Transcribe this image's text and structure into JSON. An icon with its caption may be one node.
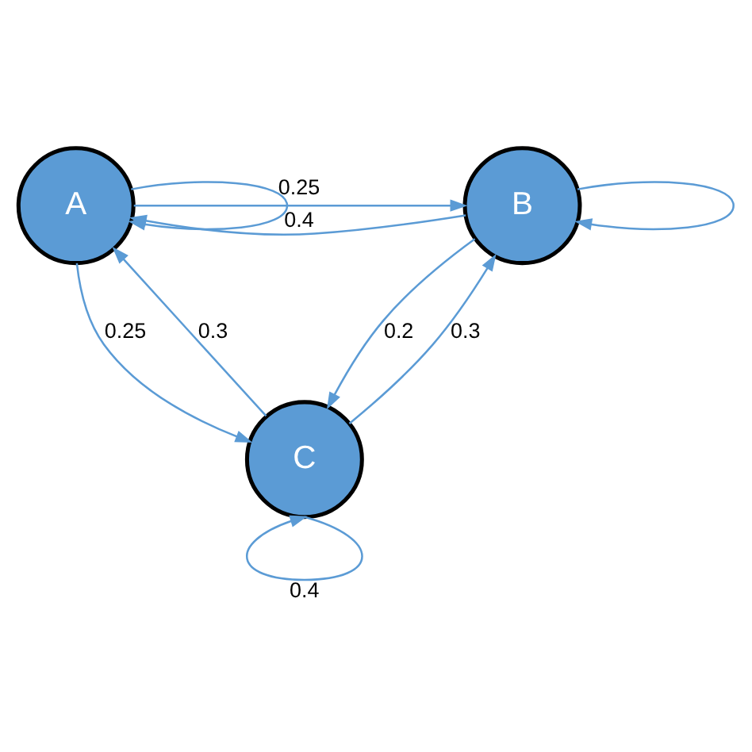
{
  "diagram": {
    "nodes": [
      {
        "text": [
          "A"
        ]
      },
      {
        "text": [
          "B"
        ]
      },
      {
        "text": [
          "C"
        ]
      }
    ],
    "edges": [
      {
        "from": 1,
        "to": 0,
        "arrow": "to",
        "label": "0.4"
      },
      {
        "from": 0,
        "to": 1,
        "arrow": "to",
        "label": "0.25"
      },
      {
        "from": 2,
        "to": 0,
        "arrow": "to",
        "label": "0.3"
      },
      {
        "from": 0,
        "to": 2,
        "arrow": "to",
        "label": "0.25"
      },
      {
        "from": 2,
        "to": 1,
        "arrow": "to",
        "label": "0.3"
      },
      {
        "from": 1,
        "to": 2,
        "arrow": "to",
        "label": "0.2"
      },
      {
        "from": 2,
        "to": 2,
        "arrow": "to",
        "label": "0.4"
      },
      {
        "from": 0,
        "to": 0,
        "arrow": "to"
      },
      {
        "from": 1,
        "to": 1,
        "arrow": "to"
      }
    ]
  }
}
